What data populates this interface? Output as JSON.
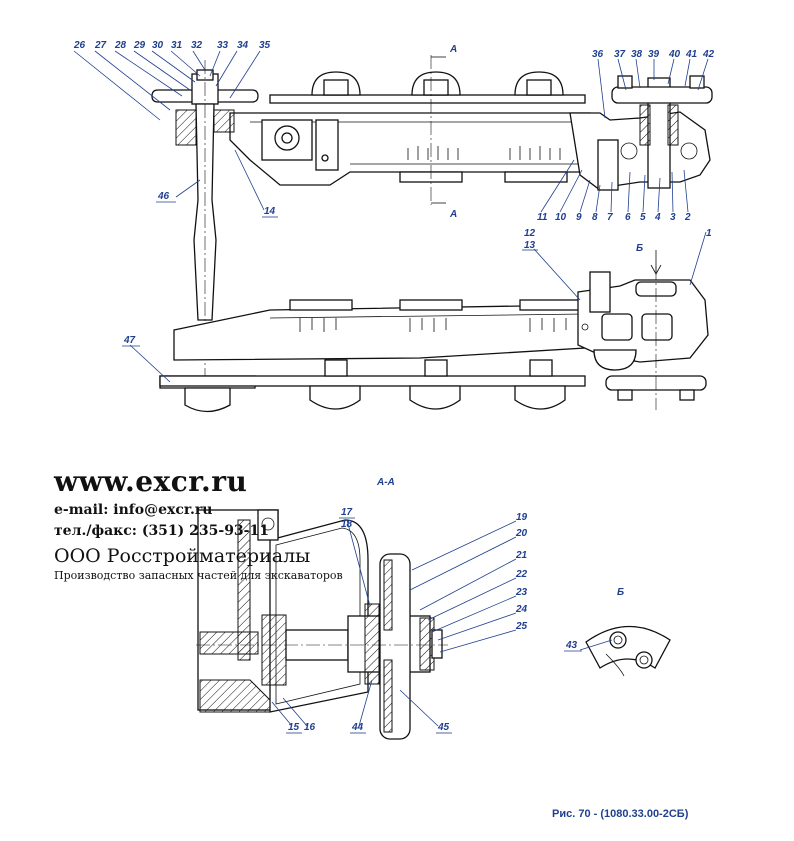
{
  "caption": "Рис. 70 - (1080.33.00-2СБ)",
  "section_labels": {
    "cut_a_top": "А",
    "cut_a_bottom": "А",
    "view_b_arrow": "Б",
    "section_aa_title": "А-А",
    "view_b_title": "Б"
  },
  "watermark": {
    "site": "www.excr.ru",
    "email": "e-mail: info@excr.ru",
    "phone": "тел./факс: (351) 235-93-11",
    "company": "ООО Росстройматериалы",
    "slogan": "Производство запасных частей для экскаваторов"
  },
  "callouts": {
    "c1": "1",
    "c2": "2",
    "c3": "3",
    "c4": "4",
    "c5": "5",
    "c6": "6",
    "c7": "7",
    "c8": "8",
    "c9": "9",
    "c10": "10",
    "c11": "11",
    "c12": "12",
    "c13": "13",
    "c14": "14",
    "c15": "15",
    "c16": "16",
    "c17": "17",
    "c18": "18",
    "c19": "19",
    "c20": "20",
    "c21": "21",
    "c22": "22",
    "c23": "23",
    "c24": "24",
    "c25": "25",
    "c26": "26",
    "c27": "27",
    "c28": "28",
    "c29": "29",
    "c30": "30",
    "c31": "31",
    "c32": "32",
    "c33": "33",
    "c34": "34",
    "c35": "35",
    "c36": "36",
    "c37": "37",
    "c38": "38",
    "c39": "39",
    "c40": "40",
    "c41": "41",
    "c42": "42",
    "c43": "43",
    "c44": "44",
    "c45": "45",
    "c46": "46",
    "c47": "47"
  }
}
